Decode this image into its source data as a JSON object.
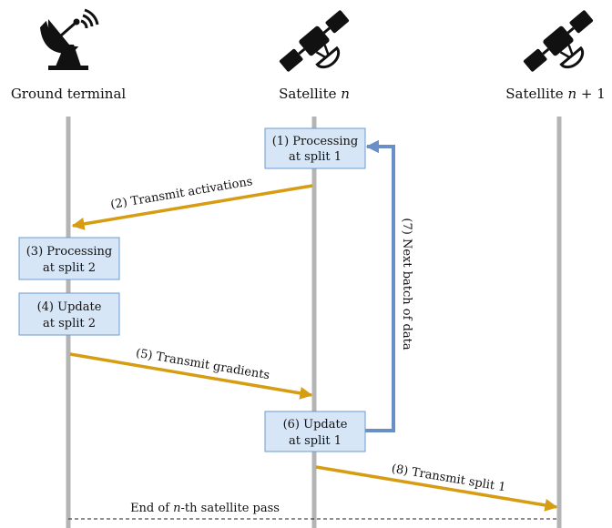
{
  "lanes": {
    "ground": {
      "label": "Ground terminal",
      "icon": "satellite-dish-icon"
    },
    "sat_n": {
      "label": "Satellite ",
      "label_var": "n",
      "icon": "satellite-icon"
    },
    "sat_n1": {
      "label": "Satellite ",
      "label_var": "n",
      "label_suffix": " + 1",
      "icon": "satellite-icon"
    }
  },
  "boxes": {
    "b1": {
      "line1": "(1) Processing",
      "line2": "at split 1"
    },
    "b3": {
      "line1": "(3) Processing",
      "line2": "at split 2"
    },
    "b4": {
      "line1": "(4) Update",
      "line2": "at split 2"
    },
    "b6": {
      "line1": "(6) Update",
      "line2": "at split 1"
    }
  },
  "messages": {
    "m2": "(2) Transmit activations",
    "m5": "(5) Transmit gradients",
    "m7": "(7) Next batch of data",
    "m8": "(8) Transmit split 1"
  },
  "footer": {
    "pre": "End of ",
    "var": "n",
    "post": "-th satellite pass"
  },
  "colors": {
    "lifeline": "#b4b4b4",
    "box_fill": "#d6e6f7",
    "box_stroke": "#6e9bd1",
    "message_arrow": "#d69c12",
    "loop_arrow": "#6a8fc7"
  }
}
